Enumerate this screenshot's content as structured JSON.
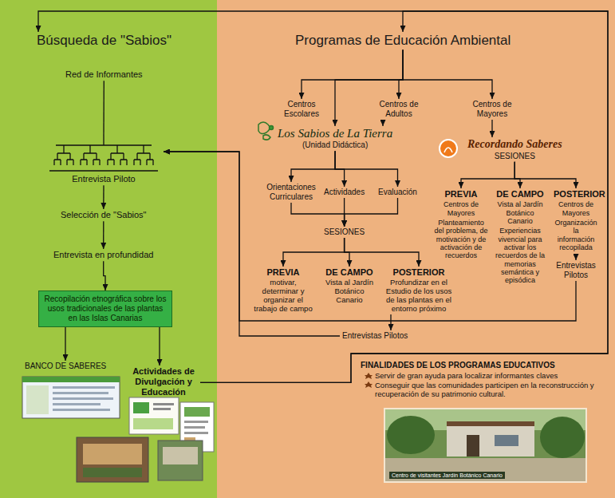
{
  "diagram": {
    "nodes": [
      {
        "text": [
          "Búsqueda de \"Sabios\""
        ]
      },
      {
        "text": [
          "Red de Informantes"
        ]
      },
      {
        "text": [
          "Entrevista Piloto"
        ]
      },
      {
        "text": [
          "Selección de \"Sabios\""
        ]
      },
      {
        "text": [
          "Entrevista en profundidad"
        ]
      },
      {
        "text": [
          "Recopilación etnográfica sobre los usos tradicionales de las plantas en las Islas Canarias"
        ]
      },
      {
        "text": [
          "BANCO DE SABERES"
        ]
      },
      {
        "text": [
          "Actividades de Divulgación y Educación"
        ]
      },
      {
        "text": [
          "Programas de Educación Ambiental"
        ]
      },
      {
        "text": [
          "Centros Escolares"
        ]
      },
      {
        "text": [
          "Centros de Adultos"
        ]
      },
      {
        "text": [
          "Centros de Mayores"
        ]
      },
      {
        "text": [
          "Los Sabios de La Tierra",
          "(Unidad Didáctica)"
        ]
      },
      {
        "text": [
          "Recordando Saberes",
          "SESIONES"
        ]
      },
      {
        "text": [
          "Orientaciones Curriculares"
        ]
      },
      {
        "text": [
          "Actividades"
        ]
      },
      {
        "text": [
          "Evaluación"
        ]
      },
      {
        "text": [
          "SESIONES"
        ]
      },
      {
        "text": [
          "PREVIA",
          "motivar, determinar y organizar el trabajo de campo"
        ]
      },
      {
        "text": [
          "DE CAMPO",
          "Vista al Jardín Botánico Canario"
        ]
      },
      {
        "text": [
          "POSTERIOR",
          "Profundizar en el Estudio de los usos de las plantas en el entorno próximo"
        ]
      },
      {
        "text": [
          "Entrevistas Pilotos"
        ]
      },
      {
        "text": [
          "PREVIA",
          "Centros de Mayores",
          "Planteamiento del problema, de motivación y de activación de recuerdos"
        ]
      },
      {
        "text": [
          "DE CAMPO",
          "Vista al Jardín Botánico Canario",
          "Experiencias vivencial para activar los recuerdos de la memorias semántica y episódica"
        ]
      },
      {
        "text": [
          "POSTERIOR",
          "Centros de Mayores",
          "Organización la información recopilada"
        ]
      },
      {
        "text": [
          "Entrevistas Pilotos"
        ]
      }
    ],
    "edges": [
      {
        "from": 1,
        "to": 2,
        "arrow": "none"
      },
      {
        "from": 2,
        "to": 3,
        "arrow": "to"
      },
      {
        "from": 3,
        "to": 4,
        "arrow": "to"
      },
      {
        "from": 4,
        "to": 5,
        "arrow": "to"
      },
      {
        "from": 5,
        "to": 6,
        "arrow": "to"
      },
      {
        "from": 5,
        "to": 7,
        "arrow": "to"
      },
      {
        "from": 7,
        "to": 0,
        "arrow": "to"
      },
      {
        "from": 7,
        "to": 8,
        "arrow": "to"
      },
      {
        "from": 8,
        "to": 9,
        "arrow": "to"
      },
      {
        "from": 8,
        "to": 12,
        "arrow": "to"
      },
      {
        "from": 8,
        "to": 10,
        "arrow": "to"
      },
      {
        "from": 8,
        "to": 11,
        "arrow": "to"
      },
      {
        "from": 10,
        "to": 12,
        "arrow": "to"
      },
      {
        "from": 11,
        "to": 13,
        "arrow": "to"
      },
      {
        "from": 12,
        "to": 14,
        "arrow": "to"
      },
      {
        "from": 12,
        "to": 15,
        "arrow": "to"
      },
      {
        "from": 12,
        "to": 16,
        "arrow": "to"
      },
      {
        "from": 14,
        "to": 17,
        "arrow": "to"
      },
      {
        "from": 15,
        "to": 17,
        "arrow": "to"
      },
      {
        "from": 16,
        "to": 17,
        "arrow": "to"
      },
      {
        "from": 17,
        "to": 18,
        "arrow": "to"
      },
      {
        "from": 17,
        "to": 19,
        "arrow": "to"
      },
      {
        "from": 17,
        "to": 20,
        "arrow": "to"
      },
      {
        "from": 20,
        "to": 21,
        "arrow": "to"
      },
      {
        "from": 21,
        "to": 2,
        "arrow": "to"
      },
      {
        "from": 13,
        "to": 22,
        "arrow": "to"
      },
      {
        "from": 13,
        "to": 23,
        "arrow": "to"
      },
      {
        "from": 13,
        "to": 24,
        "arrow": "to"
      },
      {
        "from": 24,
        "to": 25,
        "arrow": "to"
      },
      {
        "from": 25,
        "to": 2,
        "arrow": "to"
      }
    ],
    "labels": [
      "FINALIDADES DE LOS PROGRAMAS EDUCATIVOS",
      "Servir de gran ayuda para localizar informantes claves",
      "Conseguir que las comunidades participen en la reconstrucción y recuperación de su patrimonio cultural.",
      "Centro de visitantes Jardín Botánico Canario"
    ]
  }
}
